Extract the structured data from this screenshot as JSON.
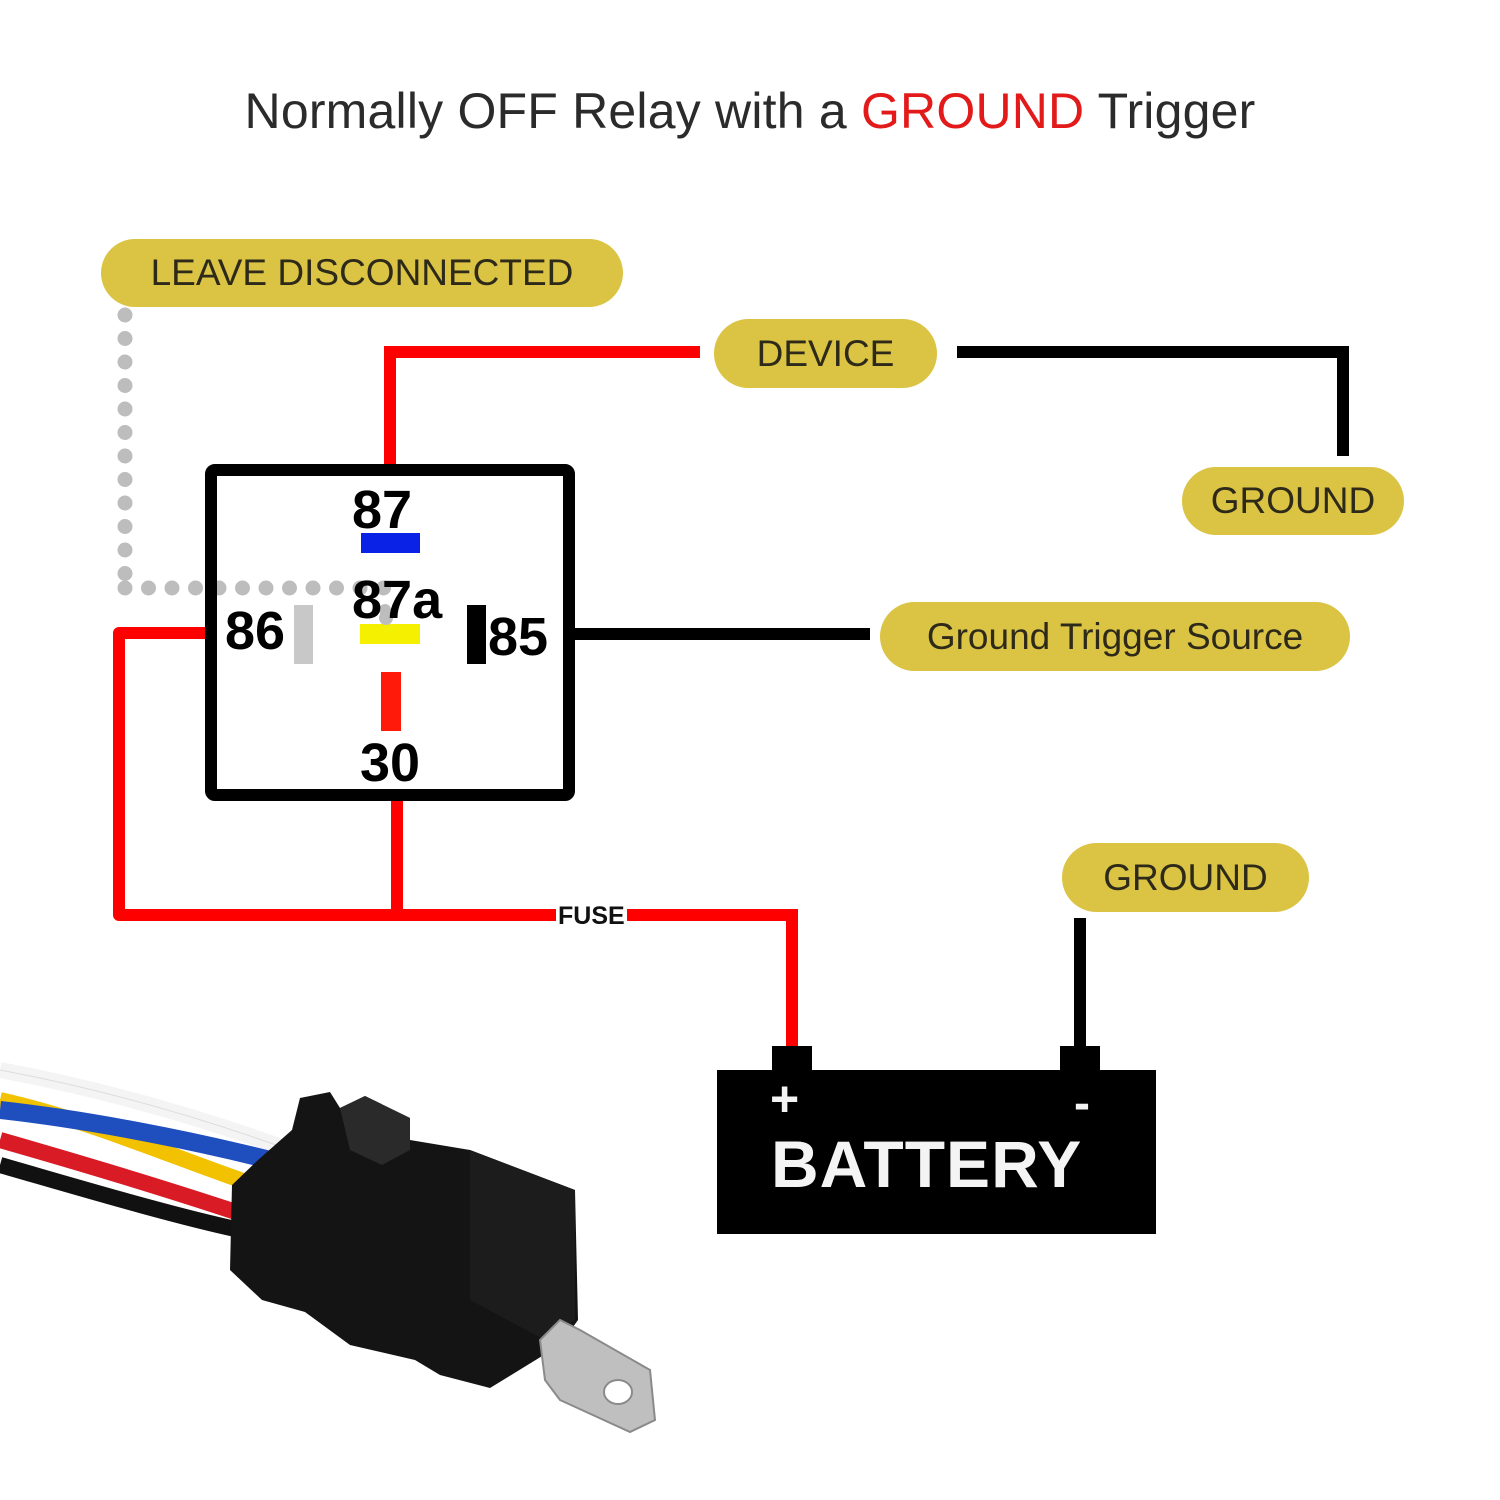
{
  "title": {
    "prefix": "Normally OFF Relay with a ",
    "highlight": "GROUND",
    "suffix": " Trigger",
    "highlight_color": "#e21a1a"
  },
  "labels": {
    "leave_disconnected": "LEAVE DISCONNECTED",
    "device": "DEVICE",
    "ground_top": "GROUND",
    "ground_trigger_source": "Ground Trigger Source",
    "ground_battery": "GROUND",
    "fuse": "FUSE"
  },
  "relay": {
    "pins": {
      "p87": "87",
      "p87a": "87a",
      "p86": "86",
      "p85": "85",
      "p30": "30"
    },
    "pin_colors": {
      "p87": "#0a22e6",
      "p87a": "#f5f000",
      "p86": "#c8c8c8",
      "p85": "#000000",
      "p30": "#ff1a0a"
    }
  },
  "battery": {
    "label": "BATTERY",
    "positive": "+",
    "negative": "-"
  },
  "colors": {
    "wire_red": "#ff0000",
    "wire_black": "#000000",
    "wire_dotted": "#bdbdbd",
    "pill_fill": "#dbc344"
  },
  "photo": {
    "description": "waterproof relay with harness",
    "wire_colors": [
      "#ffffff",
      "#f2c200",
      "#1f4fbf",
      "#d81b24",
      "#111111"
    ]
  }
}
